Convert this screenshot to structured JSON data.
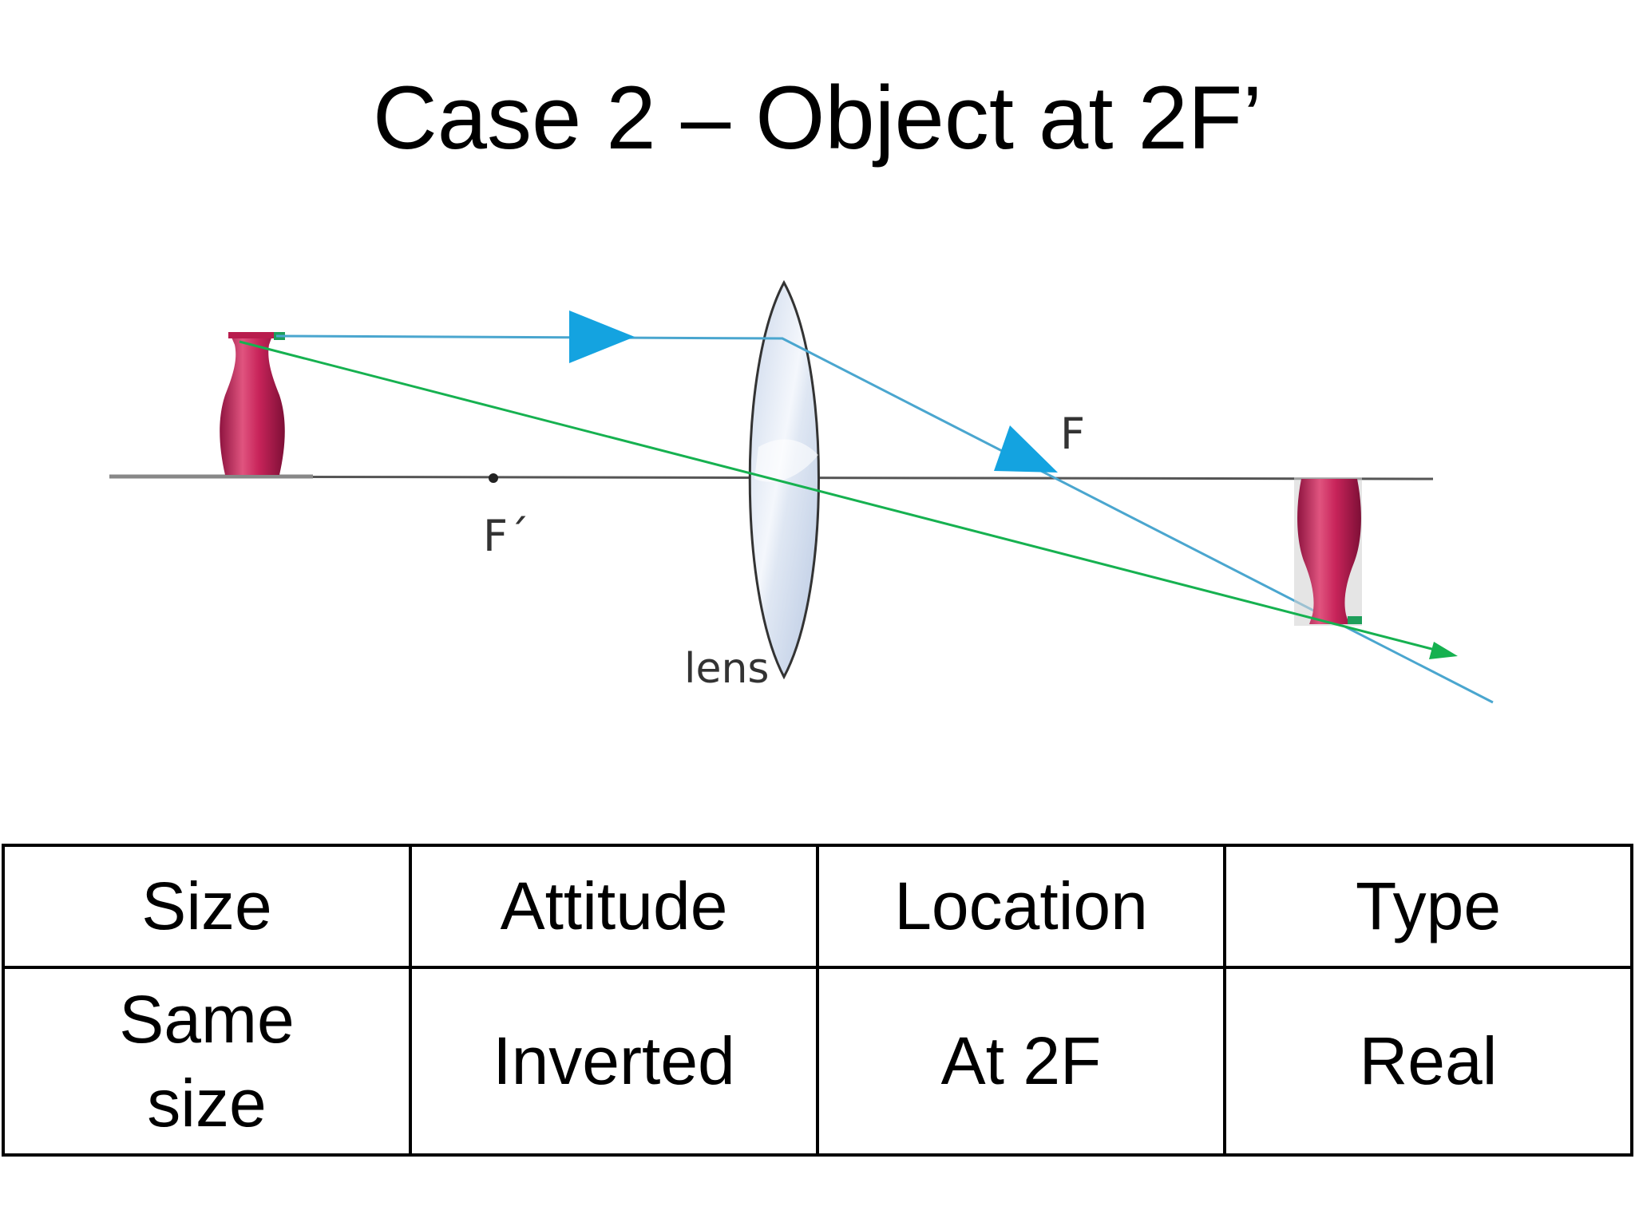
{
  "title": "Case 2 – Object at 2F’",
  "diagram": {
    "labels": {
      "focal_left": "F´",
      "focal_right": "F",
      "lens": "lens"
    },
    "colors": {
      "axis": "#555555",
      "ray_blue": "#4aa6cf",
      "arrow_blue": "#14a3e0",
      "ray_green": "#16b150",
      "vase": "#c8245a",
      "lens_edge": "#333333",
      "lens_fill": "#d7e3f2"
    }
  },
  "table": {
    "headers": [
      "Size",
      "Attitude",
      "Location",
      "Type"
    ],
    "values": [
      {
        "line1": "Same",
        "line2": "size"
      },
      {
        "line1": "Inverted"
      },
      {
        "line1": "At 2F"
      },
      {
        "line1": "Real"
      }
    ]
  }
}
